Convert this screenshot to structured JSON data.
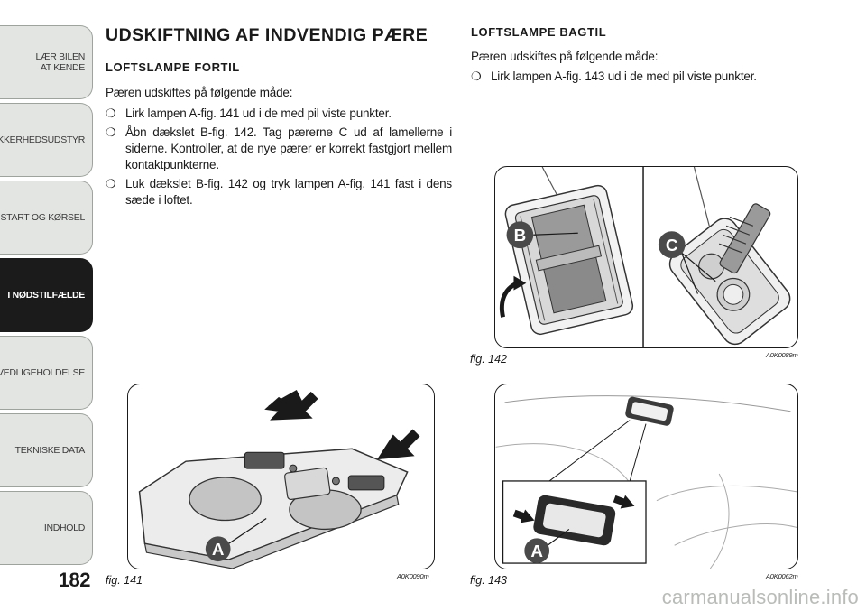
{
  "sidebar": {
    "tabs": [
      {
        "label": "LÆR BILEN\nAT KENDE",
        "active": false
      },
      {
        "label": "SIKKERHEDSUDSTYR",
        "active": false
      },
      {
        "label": "START OG KØRSEL",
        "active": false
      },
      {
        "label": "I NØDSTILFÆLDE",
        "active": true
      },
      {
        "label": "VEDLIGEHOLDELSE",
        "active": false
      },
      {
        "label": "TEKNISKE DATA",
        "active": false
      },
      {
        "label": "INDHOLD",
        "active": false
      }
    ],
    "page_number": "182"
  },
  "main": {
    "title": "UDSKIFTNING AF INDVENDIG PÆRE",
    "front": {
      "heading": "LOFTSLAMPE FORTIL",
      "intro": "Pæren udskiftes på følgende måde:",
      "bullet_mark": "❍",
      "steps": [
        "Lirk lampen A-fig. 141 ud i de med pil viste punkter.",
        "Åbn dækslet B-fig. 142. Tag pærerne C ud af lamellerne i siderne. Kontroller, at de nye pærer er korrekt fastgjort mellem kontaktpunkterne.",
        "Luk dækslet B-fig. 142 og tryk lampen A-fig. 141 fast i dens sæde i loftet."
      ]
    },
    "rear": {
      "heading": "LOFTSLAMPE BAGTIL",
      "intro": "Pæren udskiftes på følgende måde:",
      "steps": [
        "Lirk lampen A-fig. 143 ud i de med pil viste punkter."
      ]
    }
  },
  "figures": {
    "fig141": {
      "caption": "fig. 141",
      "code": "A0K0090m",
      "callout": "A"
    },
    "fig142": {
      "caption": "fig. 142",
      "code": "A0K0089m",
      "callout_b": "B",
      "callout_c": "C"
    },
    "fig143": {
      "caption": "fig. 143",
      "code": "A0K0062m",
      "callout": "A"
    }
  },
  "watermark": "carmanualsonline.info",
  "colors": {
    "active_tab": "#1b1b1b",
    "tab_bg": "#e3e5e2",
    "callout": "#4a4a4a"
  }
}
